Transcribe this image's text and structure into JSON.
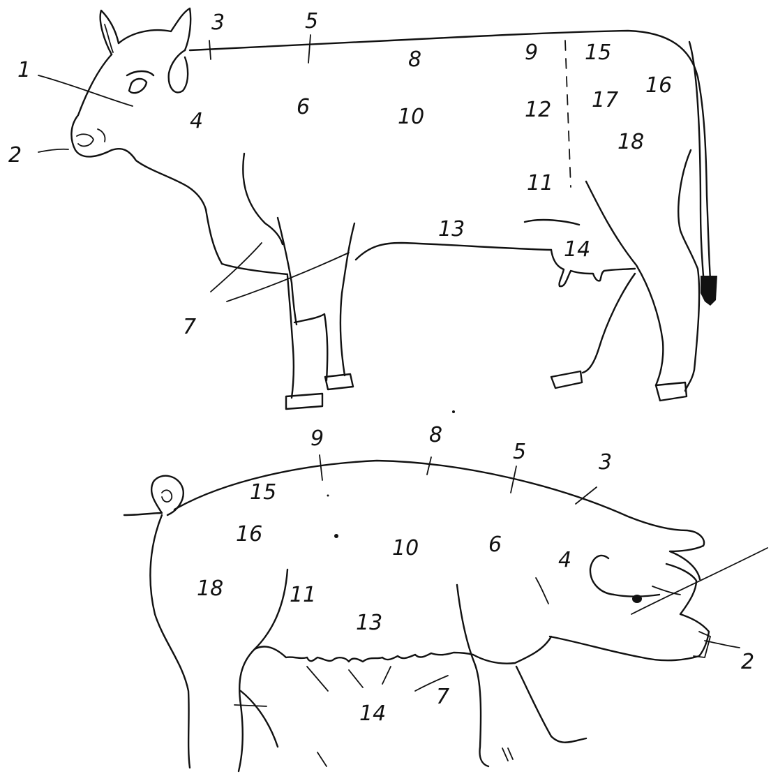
{
  "cow": {
    "labels": {
      "l1": "1",
      "l2": "2",
      "l3": "3",
      "l4": "4",
      "l5": "5",
      "l6": "6",
      "l7": "7",
      "l8": "8",
      "l9": "9",
      "l10": "10",
      "l11": "11",
      "l12": "12",
      "l13": "13",
      "l14": "14",
      "l15": "15",
      "l16": "16",
      "l17": "17",
      "l18": "18"
    }
  },
  "pig": {
    "labels": {
      "l2": "2",
      "l3": "3",
      "l4": "4",
      "l5": "5",
      "l6": "6",
      "l7": "7",
      "l8": "8",
      "l9": "9",
      "l10": "10",
      "l11": "11",
      "l13": "13",
      "l14": "14",
      "l15": "15",
      "l16": "16",
      "l18": "18"
    }
  }
}
